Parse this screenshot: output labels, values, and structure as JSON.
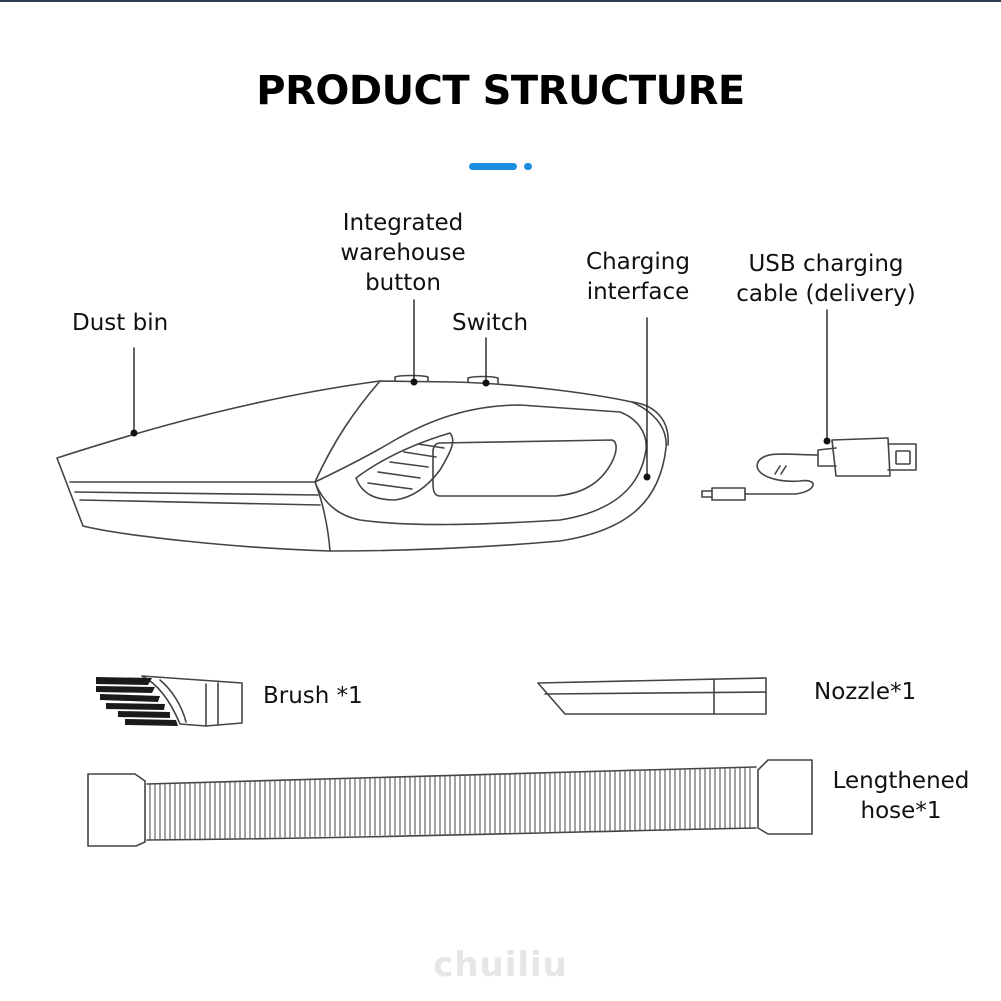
{
  "title": "PRODUCT STRUCTURE",
  "accent_color": "#1a8fe0",
  "labels": {
    "dust_bin": "Dust bin",
    "integrated_button": [
      "Integrated",
      "warehouse",
      "button"
    ],
    "switch": "Switch",
    "charging_interface": [
      "Charging",
      "interface"
    ],
    "usb_cable": [
      "USB charging",
      "cable (delivery)"
    ],
    "brush": "Brush *1",
    "nozzle": "Nozzle*1",
    "hose": [
      "Lengthened",
      "hose*1"
    ]
  },
  "watermark": "chuiliu"
}
